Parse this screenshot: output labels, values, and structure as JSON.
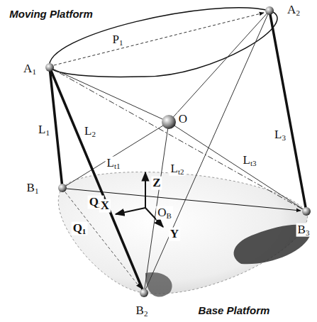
{
  "diagram": {
    "labels": [
      "Moving Platform",
      "A2",
      "A1",
      "P1",
      "O",
      "L1",
      "L2",
      "L3",
      "Lt1",
      "Lt3",
      "Lt2",
      "B1",
      "Q2",
      "Z",
      "B3",
      "X",
      "OB",
      "Q1",
      "Y",
      "B2",
      "Base Platform"
    ]
  }
}
